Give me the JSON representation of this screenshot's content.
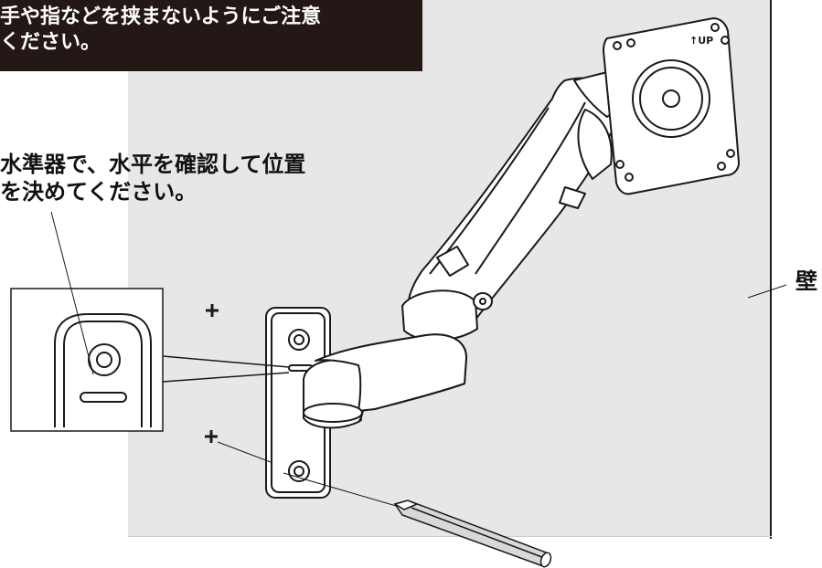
{
  "warning": {
    "text": "手や指などを挟まないようにご注意\nください。"
  },
  "level_note": {
    "text": "水準器で、水平を確認して位置\nを決めてください。"
  },
  "wall_label": {
    "text": "壁"
  },
  "vesa_plate": {
    "up_text": "↑UP"
  },
  "colors": {
    "wall": "#e7e7e7",
    "dark_box": "#231815",
    "line": "#1a1a1a"
  }
}
